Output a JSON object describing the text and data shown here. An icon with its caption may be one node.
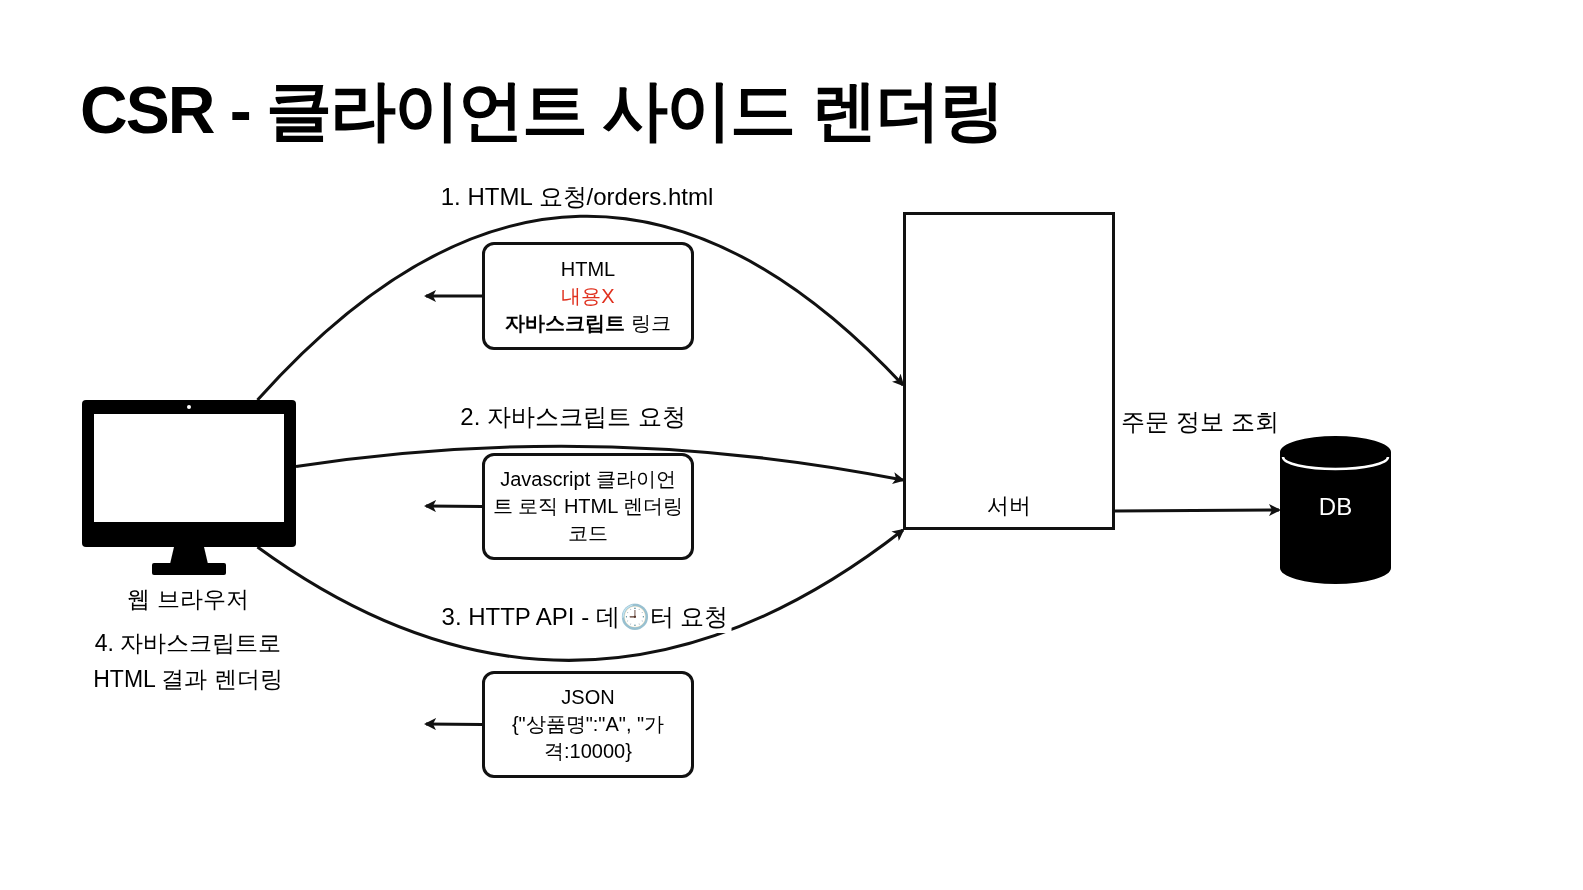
{
  "diagram": {
    "title": "CSR - 클라이언트 사이드 렌더링",
    "nodes": [
      {
        "text": [],
        "shape": "monitor",
        "beside": [
          "웹 브라우저",
          "4. 자바스크립트로 HTML 결과 렌더링"
        ]
      },
      {
        "text": [
          "서버"
        ]
      },
      {
        "text": [
          "DB"
        ]
      },
      {
        "text": [
          "HTML",
          "내용X",
          "**자바스크립트** 링크"
        ]
      },
      {
        "text": [
          "Javascript 클라이언트 로직 HTML 렌더링 코드"
        ]
      },
      {
        "text": [
          "JSON",
          "{\"상품명\":\"A\", \"가격:10000}"
        ]
      }
    ],
    "edges": [
      {
        "from": 0,
        "to": 1,
        "arrow": "to",
        "label": "1. HTML 요청/orders.html"
      },
      {
        "from": 0,
        "to": 1,
        "arrow": "to",
        "label": "2. 자바스크립트 요청"
      },
      {
        "from": 0,
        "to": 1,
        "arrow": "to",
        "label": "3. HTTP API - 데🕘터 요청"
      },
      {
        "from": 1,
        "to": 2,
        "arrow": "to",
        "label": "주문 정보 조회"
      },
      {
        "from": 3,
        "to": null,
        "arrow": "to"
      },
      {
        "from": 4,
        "to": null,
        "arrow": "to"
      },
      {
        "from": 5,
        "to": null,
        "arrow": "to"
      }
    ]
  }
}
